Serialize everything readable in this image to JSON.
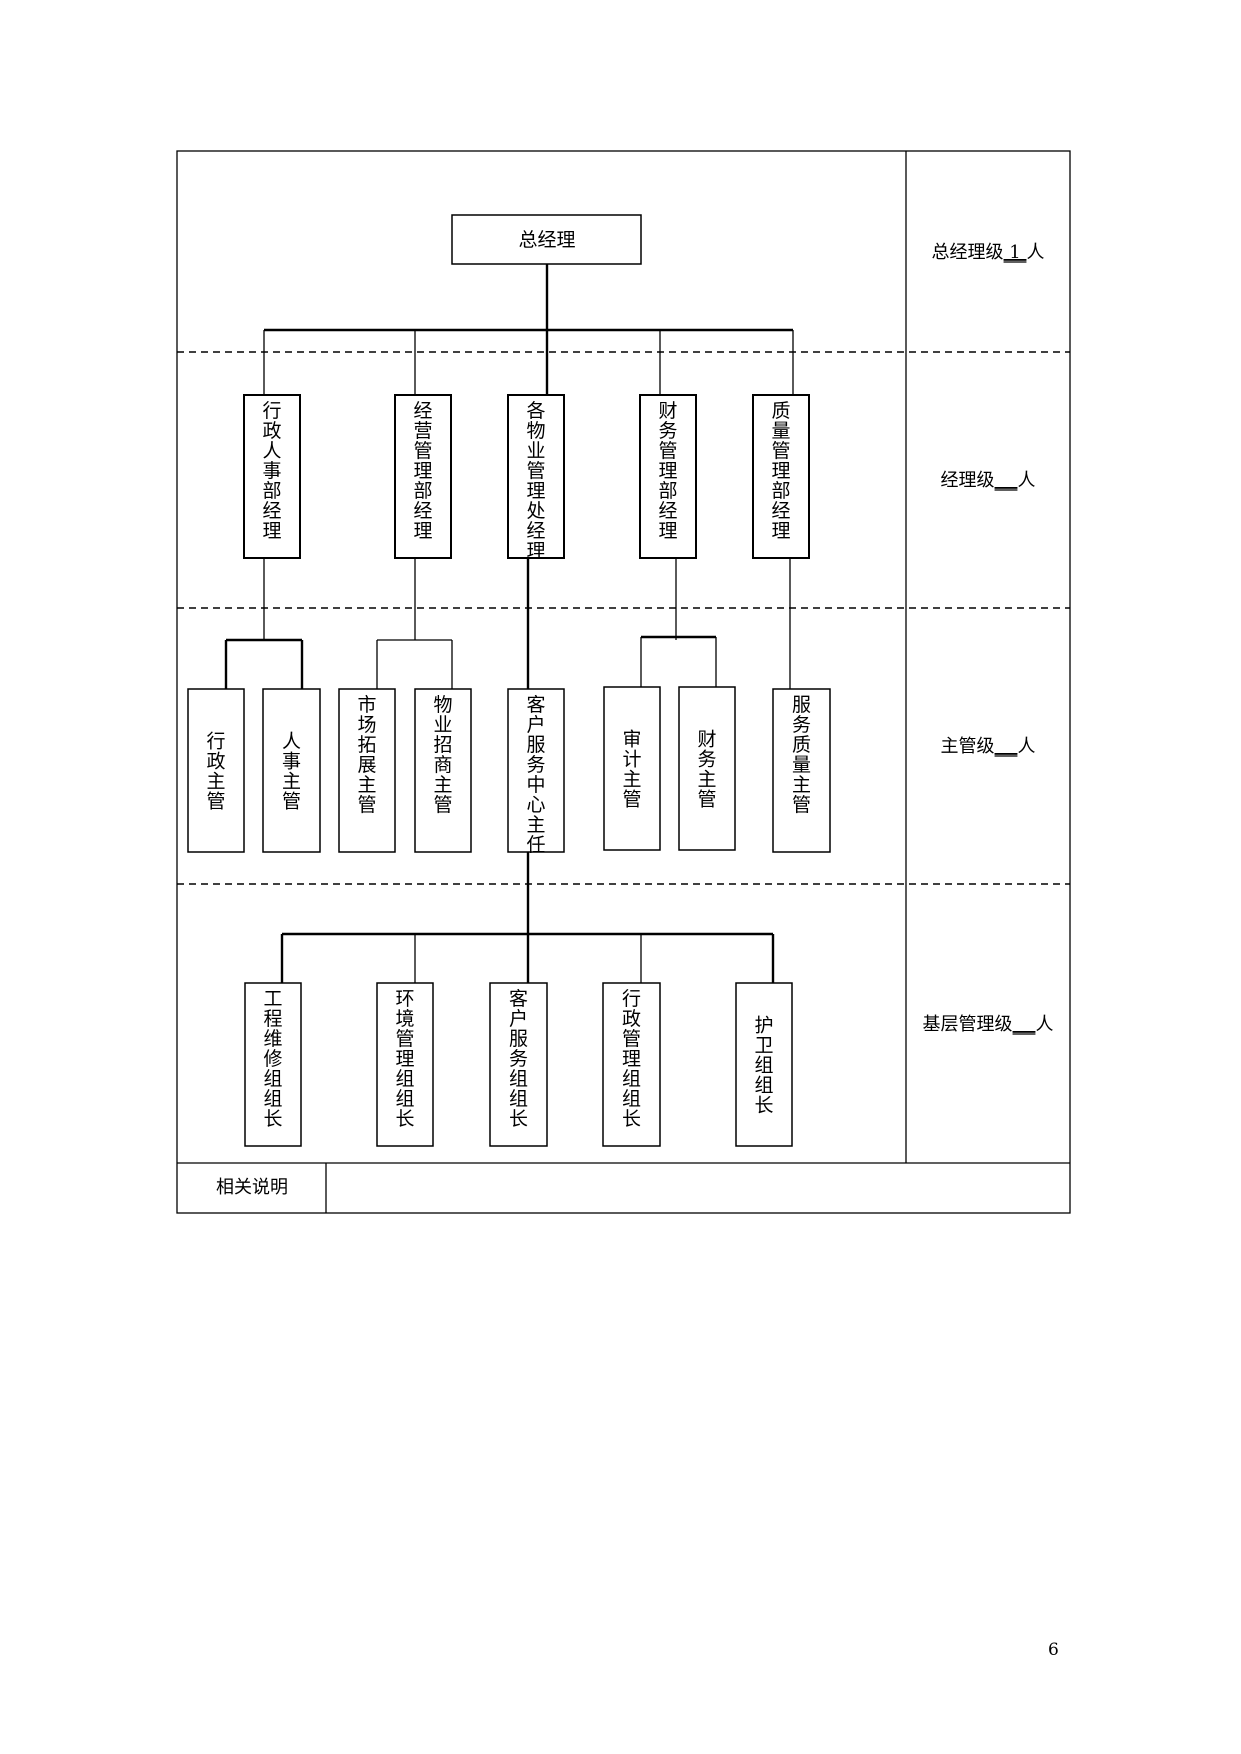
{
  "top": {
    "label": "总经理"
  },
  "managers": [
    {
      "label": "行政人事部经理"
    },
    {
      "label": "经营管理部经理"
    },
    {
      "label": "各物业管理处经理"
    },
    {
      "label": "财务管理部经理"
    },
    {
      "label": "质量管理部经理"
    }
  ],
  "supervisors": [
    {
      "label": "行政主管"
    },
    {
      "label": "人事主管"
    },
    {
      "label": "市场拓展主管"
    },
    {
      "label": "物业招商主管"
    },
    {
      "label": "客户服务中心主任"
    },
    {
      "label": "审计主管"
    },
    {
      "label": "财务主管"
    },
    {
      "label": "服务质量主管"
    }
  ],
  "leaders": [
    {
      "label": "工程维修组组长"
    },
    {
      "label": "环境管理组组长"
    },
    {
      "label": "客户服务组组长"
    },
    {
      "label": "行政管理组组长"
    },
    {
      "label": "护卫组组长"
    }
  ],
  "levels": [
    {
      "label": "总经理级",
      "count": "1",
      "suffix": "人"
    },
    {
      "label": "经理级",
      "count": "",
      "suffix": "人"
    },
    {
      "label": "主管级",
      "count": "",
      "suffix": "人"
    },
    {
      "label": "基层管理级",
      "count": "",
      "suffix": "人"
    }
  ],
  "notes": {
    "label": "相关说明",
    "value": ""
  },
  "page_number": "6"
}
